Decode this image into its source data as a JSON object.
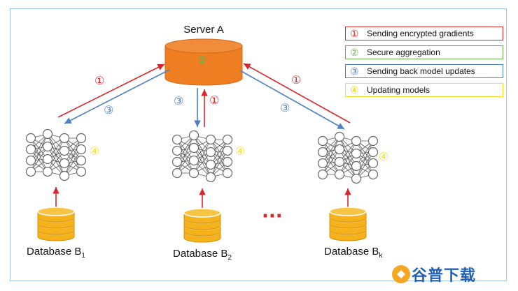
{
  "server": {
    "title": "Server A",
    "step_mark": "②"
  },
  "legend": [
    {
      "num": "①",
      "text": "Sending encrypted gradients",
      "color": "#d9262b"
    },
    {
      "num": "②",
      "text": "Secure aggregation",
      "color": "#6ab04c"
    },
    {
      "num": "③",
      "text": "Sending back model updates",
      "color": "#4a7fc1"
    },
    {
      "num": "④",
      "text": "Updating models",
      "color": "#f2e21d"
    }
  ],
  "clients": [
    {
      "label": "Database B",
      "subscript": "1",
      "update_mark": "④"
    },
    {
      "label": "Database B",
      "subscript": "2",
      "update_mark": "④"
    },
    {
      "label": "Database B",
      "subscript": "k",
      "update_mark": "④"
    }
  ],
  "arrow_marks": {
    "send": "①",
    "receive": "③"
  },
  "ellipsis": "···",
  "watermark": "谷普下载",
  "colors": {
    "server_fill": "#ef7d22",
    "database_fill": "#f5b21b",
    "red": "#d9262b",
    "blue": "#4a7fc1",
    "yellow": "#f2e21d",
    "green": "#6ab04c"
  }
}
